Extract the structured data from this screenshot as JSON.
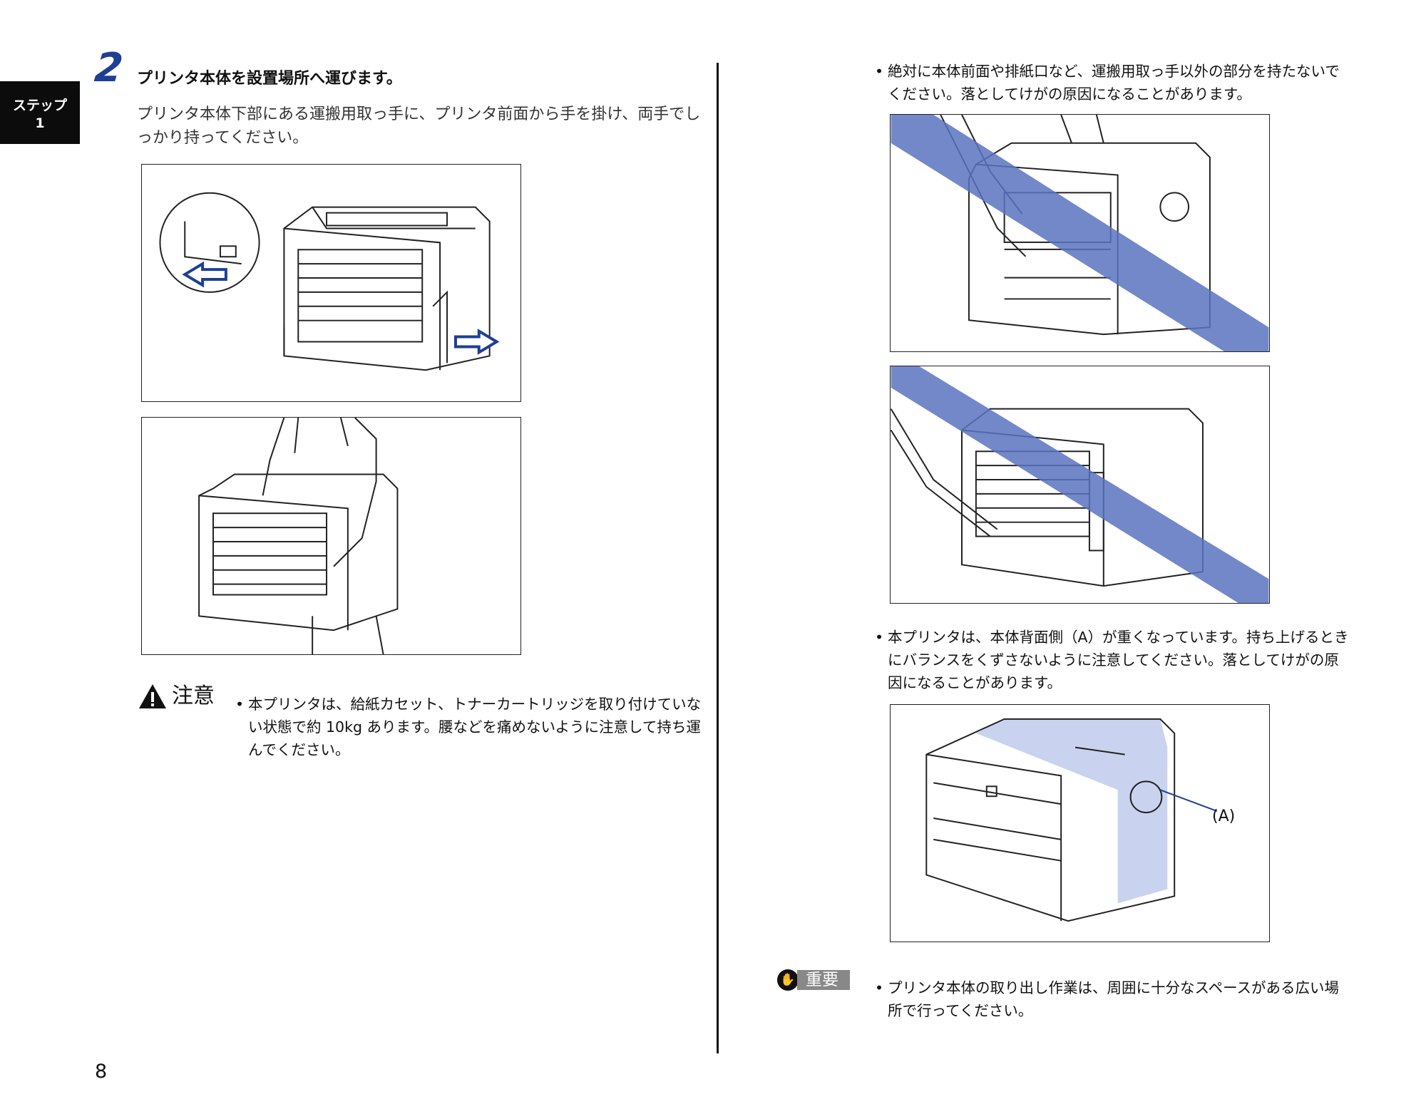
{
  "side_tab": {
    "line1": "ステップ",
    "line2": "1"
  },
  "step": {
    "number": "2",
    "title": "プリンタ本体を設置場所へ運びます。",
    "description": "プリンタ本体下部にある運搬用取っ手に、プリンタ前面から手を掛け、両手でしっかり持ってください。"
  },
  "caution": {
    "label": "注意",
    "bullet": "•",
    "text": "本プリンタは、給紙カセット、トナーカートリッジを取り付けていない状態で約 10kg あります。腰などを痛めないように注意して持ち運んでください。"
  },
  "right_column": {
    "bullet1": "絶対に本体前面や排紙口など、運搬用取っ手以外の部分を持たないでください。落としてけがの原因になることがあります。",
    "bullet2": "本プリンタは、本体背面側（A）が重くなっています。持ち上げるときにバランスをくずさないように注意してください。落としてけがの原因になることがあります。",
    "figure_label": "(A)"
  },
  "important": {
    "label": "重要",
    "text": "プリンタ本体の取り出し作業は、周囲に十分なスペースがある広い場所で行ってください。"
  },
  "page_number": "8",
  "colors": {
    "accent_blue": "#1d3f95",
    "strike_blue": "#5b73bf",
    "highlight_blue": "#c9d3ef"
  },
  "icons": [
    "arrow-icon",
    "warning-triangle-icon",
    "hand-stop-icon"
  ]
}
